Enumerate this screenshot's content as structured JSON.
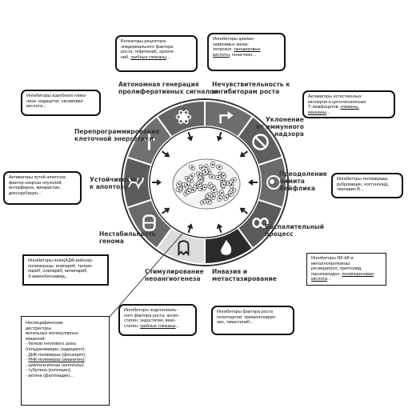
{
  "hallmarks": [
    "Автономная генерация\nпролиферативных сигналов",
    "Нечувствительность к\nингибиторам роста",
    "Уклонение\nот иммунного\nнадзора",
    "Преодоление\nлимита\nХейфлика",
    "Воспалительный\nпроцесс",
    "Инвазия и\nметастазирование",
    "Стимулирование\nнеоангиогенеза",
    "Нестабильность\nгенома",
    "Устойчивость\nк апоптозу",
    "Перепрограммирование\nклеточной энергетики"
  ],
  "boxes": {
    "egfr": {
      "main": "Блокаторы рецептора\nэпидермального фактора\nроста: гефитиниб, эрлоти-\nниб, ",
      "link": "грибные глюканы",
      "tail": "..."
    },
    "cdk": {
      "main": "Ингибиторы циклин-\nзависимых киназ:\nлетрозол, ",
      "link": "ганодеровые\nкислоты",
      "tail": ", генистеин..."
    },
    "immune": {
      "main": "Активаторы естественных\nкиллеров и цитотоксических\nТ-лимфоцитов: ",
      "link": "глюканы,\nманнаны",
      "tail": "..."
    },
    "telomerase": {
      "main": "Ингибиторы теломеразы:\nрубромицин, костунолид,\nтиелавин В",
      "link": "",
      "tail": "..."
    },
    "nfkb": {
      "main": "Ингибиторы NF-kB и\nметаллопротеиназ:\nресвератрол, триптолид,\nпанэпоксидон, ",
      "link": "полипореновая\nкислота",
      "tail": "..."
    },
    "hgf": {
      "main": "Ингибиторы фактора роста\nгепатоцитов: триазолопирро-\nзин, тивантиниб",
      "link": "",
      "tail": "..."
    },
    "vegf": {
      "main": "Ингибиторы эндотелиаль-\nного фактора роста: ангио-\nстатин, эндостатин, вазо-\nстатин, ",
      "link": "грибные глюканы",
      "tail": "..."
    },
    "parp": {
      "main": "Ингибиторы поли(АДФ-рибоза)-\nполимеразы: инипариб, талазо-\nпариб, олапариб, велипариб,\n3-аминобензамид...",
      "link": "",
      "tail": ""
    },
    "apoptosis": {
      "main": "Активаторы путей апоптоза:\nфактор некроза опухолей,\nинтерферон, винкристин,\nдоксорубицин...",
      "link": "",
      "tail": ""
    },
    "glycolysis": {
      "main": "Ингибиторы аэробного глико-\nлиза: иодацетат, оксамовая\nкислота...",
      "link": "",
      "tail": ""
    },
    "destructors": {
      "main": "Неспецифические\nдеструкторы\nвитальных молекулярных\nмишеней:\n- белков теплового шока\n(гельданамицин, радицикол);\n- ДНК-полимераз (фосаприт);\n- ",
      "link": "РНК-полимераз (аманитин)",
      "tail": ";\n- циклооксигеназ (катехолы);\n- тубулина (колхицин);\n- актина (фаллоидин)..."
    }
  }
}
